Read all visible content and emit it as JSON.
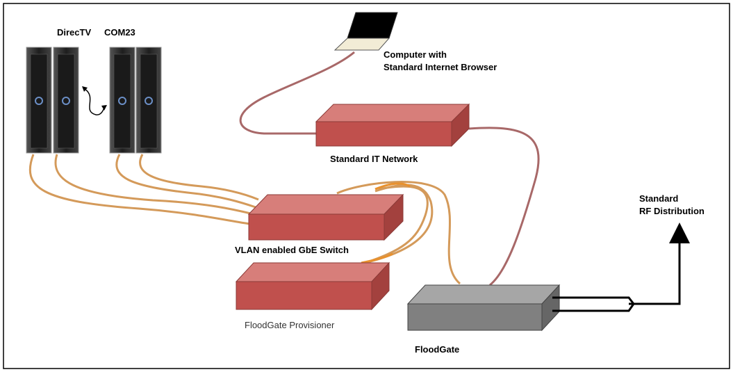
{
  "labels": {
    "directv": "DirecTV",
    "com23": "COM23",
    "computer_line1": "Computer with",
    "computer_line2": "Standard Internet Browser",
    "it_network": "Standard IT Network",
    "vlan_switch": "VLAN enabled GbE Switch",
    "provisioner": "FloodGate Provisioner",
    "floodgate": "FloodGate",
    "rf_line1": "Standard",
    "rf_line2": "RF Distribution"
  },
  "colors": {
    "frame": "#000000",
    "network_box": "#c0504d",
    "floodgate_box": "#808080",
    "network_cable": "#a86868",
    "coax_cable": "#d49a5a",
    "rf_line": "#000000",
    "card_body": "#2b2b2b"
  }
}
